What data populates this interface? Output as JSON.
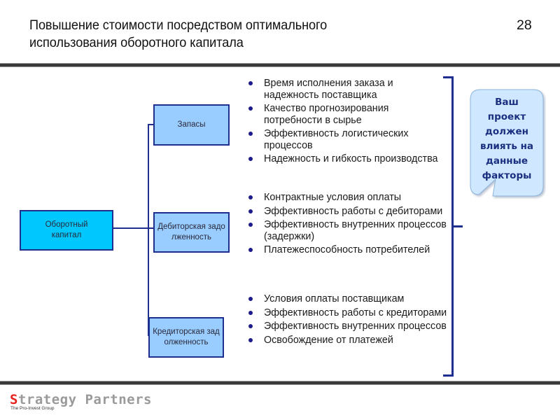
{
  "header": {
    "title_lines": [
      "Повышение стоимости посредством оптимального",
      "использования оборотного капитала"
    ],
    "page_number": "28"
  },
  "diagram": {
    "root": {
      "label": "Оборотный капитал"
    },
    "children": [
      {
        "label": "Запасы"
      },
      {
        "label": "Дебиторская задолженность"
      },
      {
        "label": "Кредиторская задолженность"
      }
    ],
    "factor_groups": [
      {
        "items": [
          "Время исполнения заказа и надежность поставщика",
          "Качество прогнозирования потребности в сырье",
          "Эффективность логистических процессов",
          "Надежность и гибкость производства"
        ]
      },
      {
        "items": [
          "Контрактные условия оплаты",
          "Эффективность работы с дебиторами",
          "Эффективность внутренних процессов (задержки)",
          "Платежеспособность потребителей"
        ]
      },
      {
        "items": [
          "Условия оплаты поставщикам",
          "Эффективность работы с кредиторами",
          "Эффективность внутренних процессов",
          "Освобождение от платежей"
        ]
      }
    ],
    "callout": {
      "lines": [
        "Ваш",
        "проект",
        "должен",
        "влиять на",
        "данные",
        "факторы"
      ]
    }
  },
  "footer": {
    "logo_accent": "S",
    "logo_rest": "trategy Partners",
    "logo_tagline": "The Pro-Invest Group"
  },
  "colors": {
    "root_box": "#00c8ff",
    "child_box": "#99ccff",
    "connector": "#1f2f8f",
    "callout_fill": "#cfe8ff",
    "callout_text": "#1a2f80",
    "logo_accent": "#e8231f"
  }
}
